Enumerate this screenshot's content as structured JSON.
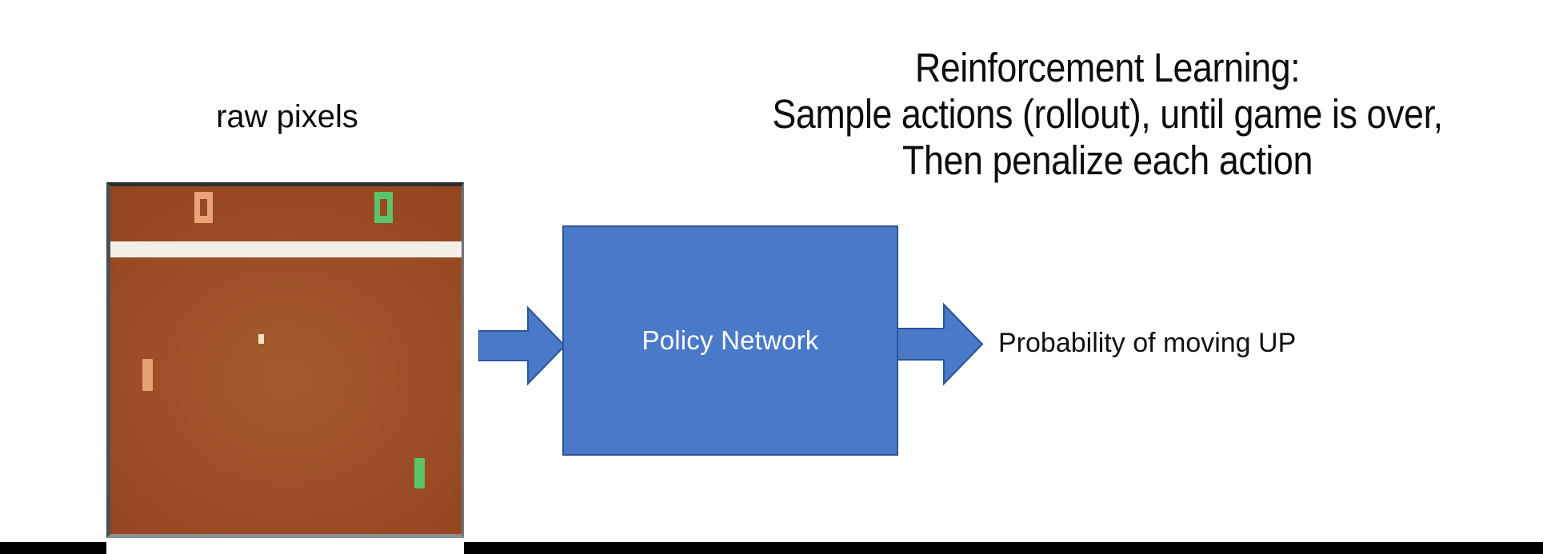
{
  "slide": {
    "background_color": "#ffffff",
    "heading": {
      "lines": [
        "Reinforcement Learning:",
        "Sample actions (rollout), until game is over,",
        "Then penalize each action"
      ],
      "color": "#0d0d0d"
    },
    "input_caption": "raw pixels",
    "pong": {
      "alt": "Atari Pong frame",
      "background_color": "#a0522c",
      "bezel_color": "#3c4144",
      "divider_color": "#f2efe9",
      "score_left": "0",
      "score_right": "0",
      "score_left_color": "#e9a377",
      "score_right_color": "#5bc46b",
      "paddle_left_color": "#e3a172",
      "paddle_right_color": "#5dc466",
      "ball_color": "#f5e2bd"
    },
    "policy_box": {
      "label": "Policy Network",
      "fill_color": "#4a7ac7",
      "border_color": "#2e5496",
      "text_color": "#ffffff"
    },
    "arrows": {
      "input_arrow_name": "right-arrow-icon",
      "output_arrow_name": "right-arrow-icon",
      "fill_color": "#4a7ac7",
      "border_color": "#2e5496"
    },
    "output_label": "Probability of moving UP",
    "bottom_bar_color": "#000000"
  }
}
